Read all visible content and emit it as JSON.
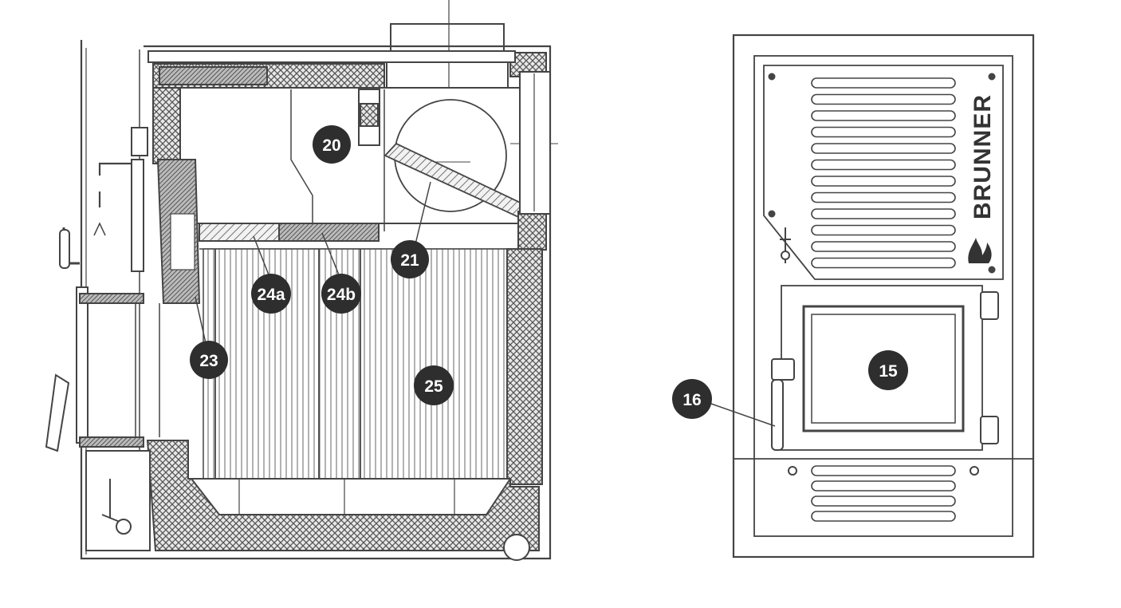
{
  "colors": {
    "line": "#444444",
    "marker_fill": "#2e2e2e",
    "marker_text": "#ffffff",
    "insulation": "#555555",
    "background": "#ffffff"
  },
  "brand": {
    "name": "BRUNNER"
  },
  "markers": {
    "m20": "20",
    "m21": "21",
    "m23": "23",
    "m24a": "24a",
    "m24b": "24b",
    "m25": "25",
    "m15": "15",
    "m16": "16"
  }
}
